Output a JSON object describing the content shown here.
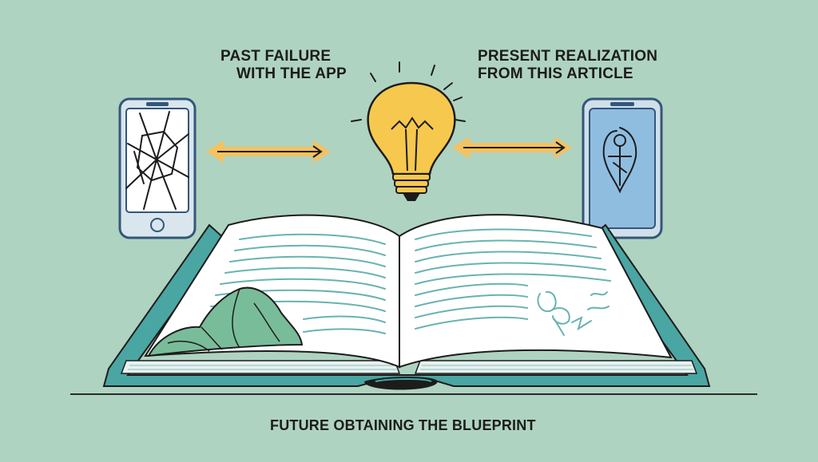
{
  "captions": {
    "past_line1": "PAST FAILURE",
    "past_line2": "WITH THE APP",
    "present_line1": "PRESENT REALIZATION",
    "present_line2": "FROM THIS ARTICLE",
    "future": "FUTURE OBTAINING THE BLUEPRINT"
  },
  "icons": {
    "left_phone": "broken-phone-icon",
    "bulb": "lightbulb-icon",
    "right_phone": "phone-with-emblem-icon",
    "book": "open-book-icon",
    "arrows": "double-arrow-icon"
  },
  "colors": {
    "background": "#afd3c1",
    "arrow": "#f3c261",
    "bulb": "#f7c84e",
    "phone_screen_right": "#8fbde0",
    "book_cover": "#4aa6a3",
    "mountain": "#79bc9a",
    "ink": "#1c1c1c"
  }
}
